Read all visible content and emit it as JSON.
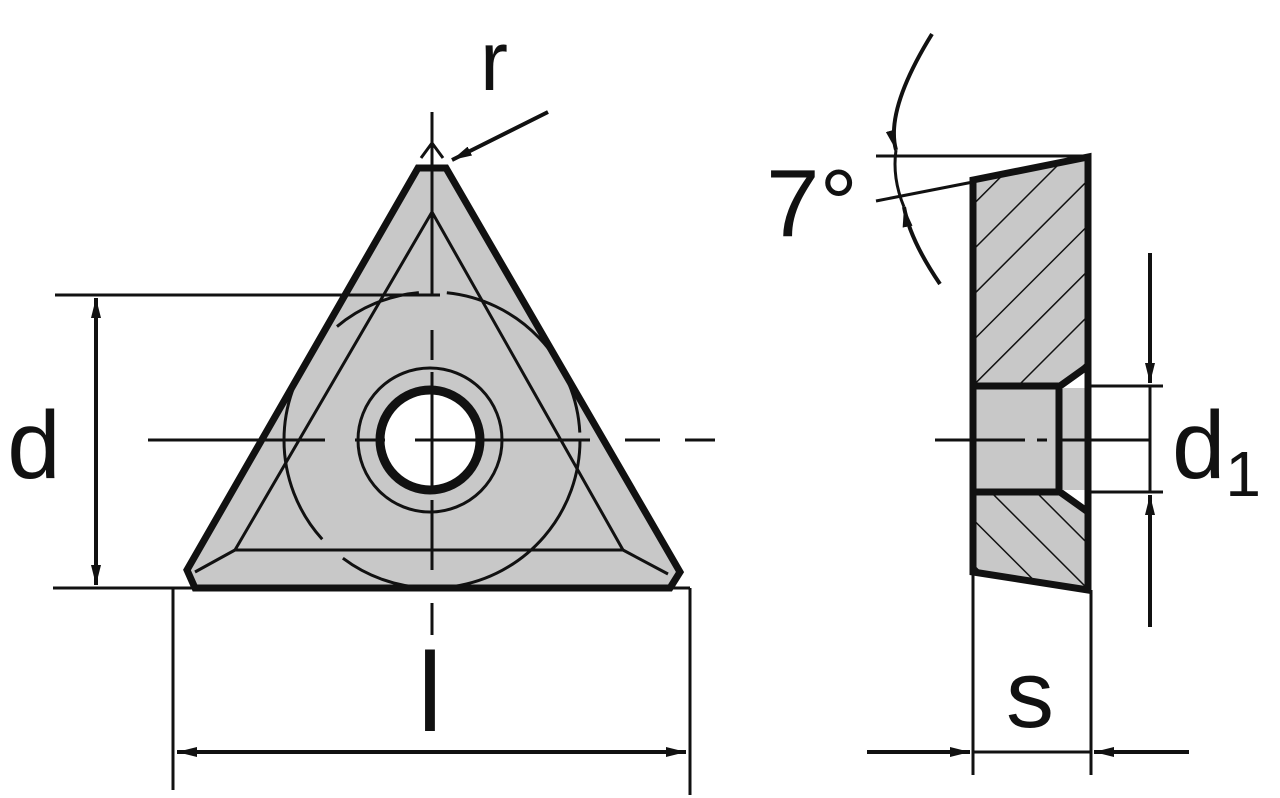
{
  "diagram": {
    "subject": "Triangular indexable cutting insert with central hole",
    "colors": {
      "ink": "#111111",
      "fill": "#c8c8c8",
      "background": "#ffffff",
      "hole": "#ffffff"
    },
    "views": {
      "top_view": {
        "name": "Top view (triangle)",
        "labels": {
          "corner_radius": "r",
          "inscribed_circle_diameter": "d",
          "edge_length": "l"
        }
      },
      "side_view": {
        "name": "Side section view",
        "labels": {
          "clearance_angle": "7°",
          "hole_diameter": "d",
          "hole_diameter_subscript": "1",
          "thickness": "s"
        }
      }
    }
  }
}
